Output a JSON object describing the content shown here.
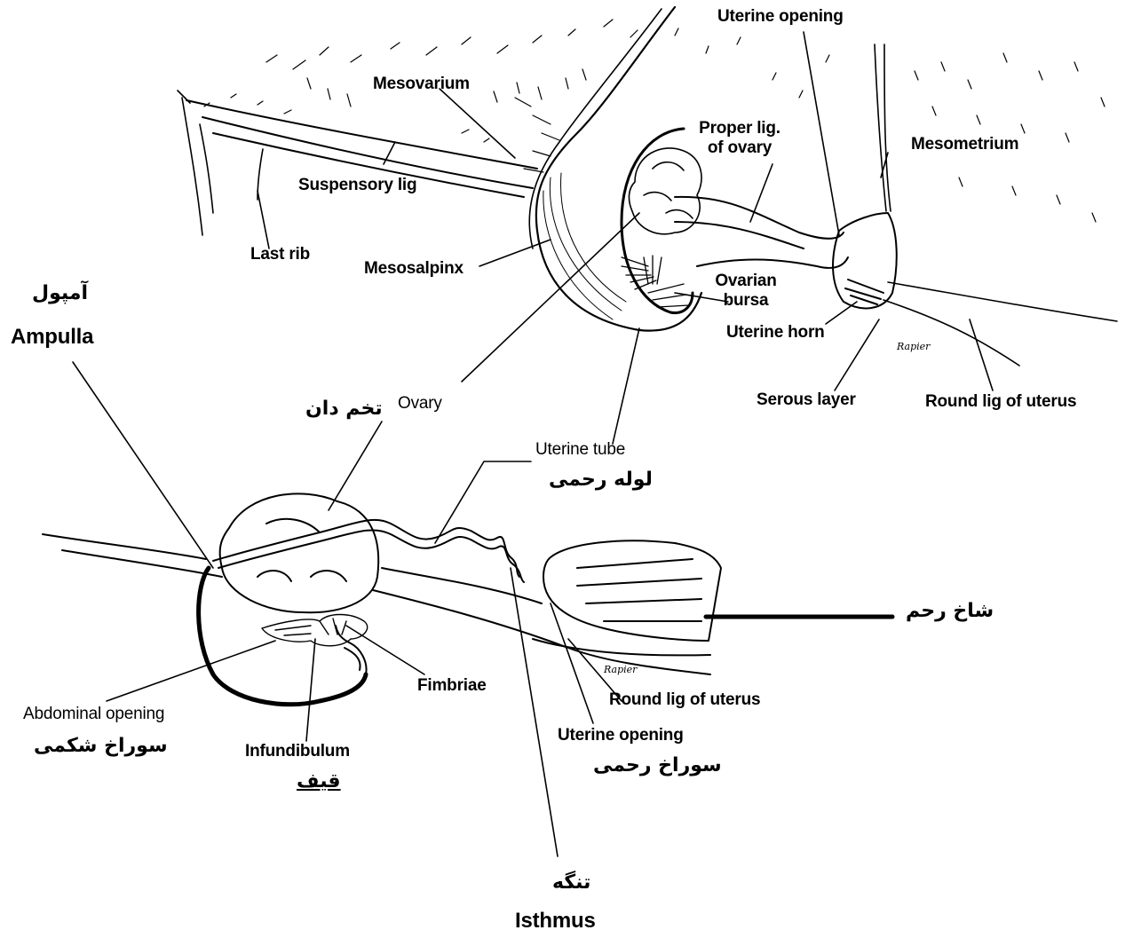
{
  "top_figure": {
    "labels": {
      "uterine_opening": "Uterine opening",
      "mesovarium": "Mesovarium",
      "proper_lig_line1": "Proper lig.",
      "proper_lig_line2": "of ovary",
      "mesometrium": "Mesometrium",
      "suspensory_lig": "Suspensory lig",
      "last_rib": "Last rib",
      "mesosalpinx": "Mesosalpinx",
      "ovarian_bursa_line1": "Ovarian",
      "ovarian_bursa_line2": "bursa",
      "uterine_horn": "Uterine horn",
      "serous_layer": "Serous layer",
      "round_lig": "Round lig of uterus",
      "ovary": "Ovary",
      "artist_signature": "Rapier"
    }
  },
  "bottom_figure": {
    "labels": {
      "uterine_tube": "Uterine tube",
      "uterine_tube_fa": "لوله رحمی",
      "ovary_fa": "تخم دان",
      "ampulla_fa": "آمپول",
      "ampulla": "Ampulla",
      "uterine_horn_fa": "شاخ رحم",
      "fimbriae": "Fimbriae",
      "round_lig": "Round lig of uterus",
      "abdominal_opening": "Abdominal opening",
      "abdominal_opening_fa": "سوراخ شکمی",
      "infundibulum": "Infundibulum",
      "infundibulum_fa": "قیف",
      "uterine_opening": "Uterine opening",
      "uterine_opening_fa": "سوراخ رحمی",
      "isthmus_fa": "تنگه",
      "isthmus": "Isthmus",
      "artist_signature": "Rapier"
    }
  },
  "colors": {
    "ink": "#000000",
    "background": "#ffffff"
  }
}
